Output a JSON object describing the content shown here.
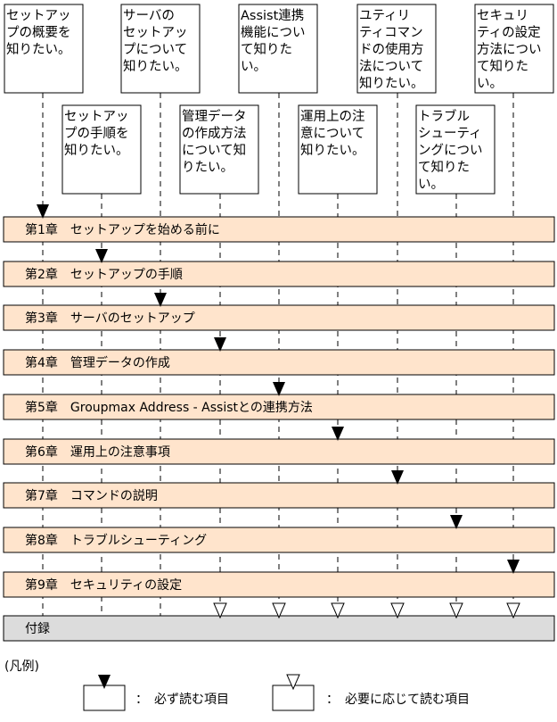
{
  "questions": [
    {
      "id": "q1",
      "lines": [
        "セットアッ",
        "プの概要を",
        "知りたい。"
      ]
    },
    {
      "id": "q2",
      "lines": [
        "セットアッ",
        "プの手順を",
        "知りたい。"
      ]
    },
    {
      "id": "q3",
      "lines": [
        "サーバの",
        "セットアッ",
        "プについて",
        "知りたい。"
      ]
    },
    {
      "id": "q4",
      "lines": [
        "管理データ",
        "の作成方法",
        "について知",
        "りたい。"
      ]
    },
    {
      "id": "q5",
      "lines": [
        "Assist連携",
        "機能につい",
        "て知りた",
        "い。"
      ]
    },
    {
      "id": "q6",
      "lines": [
        "運用上の注",
        "意について",
        "知りたい。"
      ]
    },
    {
      "id": "q7",
      "lines": [
        "ユティリ",
        "ティコマン",
        "ドの使用方",
        "法について",
        "知りたい。"
      ]
    },
    {
      "id": "q8",
      "lines": [
        "トラブル",
        "シューティ",
        "ングについ",
        "て知りた",
        "い。"
      ]
    },
    {
      "id": "q9",
      "lines": [
        "セキュリ",
        "ティの設定",
        "方法につい",
        "て知りた",
        "い。"
      ]
    }
  ],
  "chapters": [
    {
      "label": "第1章　セットアップを始める前に"
    },
    {
      "label": "第2章　セットアップの手順"
    },
    {
      "label": "第3章　サーバのセットアップ"
    },
    {
      "label": "第4章　管理データの作成"
    },
    {
      "label": "第5章　Groupmax Address - Assistとの連携方法"
    },
    {
      "label": "第6章　運用上の注意事項"
    },
    {
      "label": "第7章　コマンドの説明"
    },
    {
      "label": "第8章　トラブルシューティング"
    },
    {
      "label": "第9章　セキュリティの設定"
    }
  ],
  "appendix": {
    "label": "付録"
  },
  "legend": {
    "title": "(凡例)",
    "required": "：　必ず読む項目",
    "optional": "：　必要に応じて読む項目"
  },
  "colors": {
    "chapter_fill": "#ffe4cc",
    "appendix_fill": "#dcdcdc",
    "line": "#000000"
  }
}
